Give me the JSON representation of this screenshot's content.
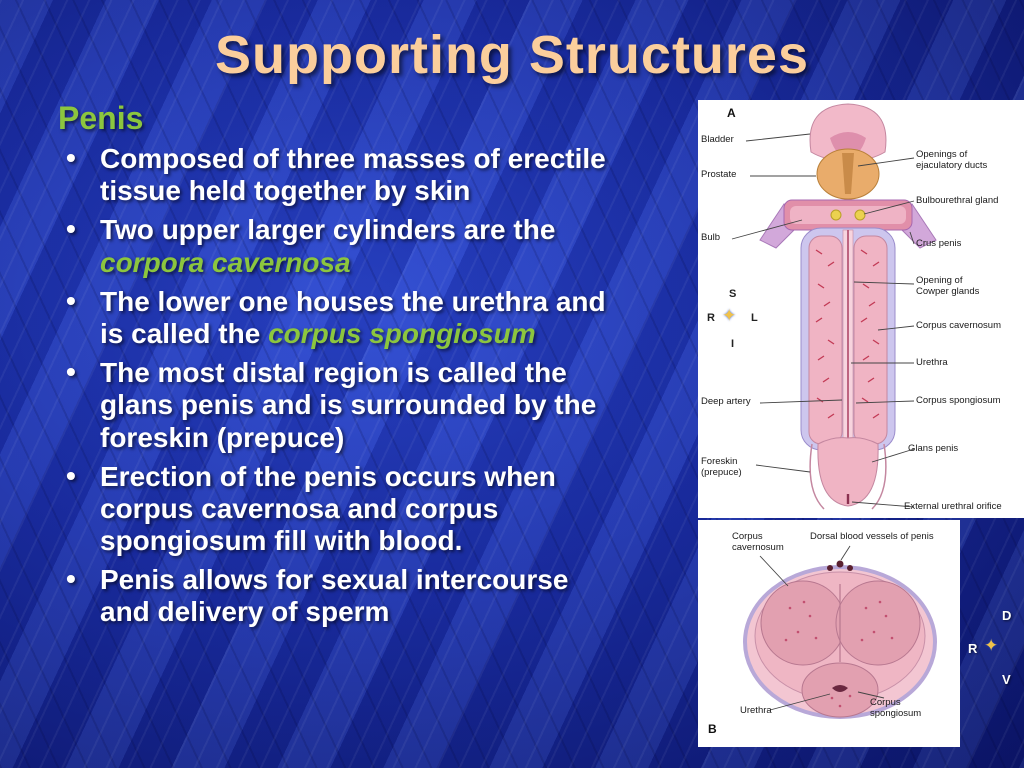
{
  "slide": {
    "title": "Supporting Structures",
    "heading": "Penis",
    "bullets": [
      {
        "pre": "Composed of three masses of erectile tissue held together by skin"
      },
      {
        "pre": "Two upper larger cylinders are the ",
        "em": "corpora cavernosa"
      },
      {
        "pre": "The lower one houses the urethra and is called the ",
        "em": "corpus spongiosum"
      },
      {
        "pre": "The most distal region is called the glans penis and is surrounded by the foreskin (prepuce)"
      },
      {
        "pre": "Erection of the penis occurs when corpus cavernosa and corpus spongiosum fill with blood."
      },
      {
        "pre": "Penis allows for sexual intercourse and delivery of sperm"
      }
    ],
    "colors": {
      "background_blue": "#1C30A8",
      "title_peach": "#FBCE9C",
      "accent_green": "#8CC63E",
      "body_text": "#FFFFFF"
    }
  },
  "figure": {
    "panel_a": {
      "tag": "A",
      "labels_left": {
        "bladder": "Bladder",
        "prostate": "Prostate",
        "bulb": "Bulb",
        "deep_artery": "Deep artery",
        "foreskin": "Foreskin\n(prepuce)"
      },
      "labels_right": {
        "ejaculatory_ducts": "Openings of\nejaculatory ducts",
        "bulbourethral_gland": "Bulbourethral gland",
        "crus_penis": "Crus penis",
        "cowper_glands": "Opening of\nCowper glands",
        "corpus_cavernosum": "Corpus cavernosum",
        "urethra": "Urethra",
        "corpus_spongiosum": "Corpus spongiosum",
        "glans_penis": "Glans penis",
        "external_urethral_orifice": "External urethral orifice"
      },
      "compass": {
        "top": "S",
        "left": "R",
        "right": "L",
        "bottom": "I"
      }
    },
    "panel_b": {
      "tag": "B",
      "labels": {
        "corpus_cavernosum": "Corpus\ncavernosum",
        "dorsal_vessels": "Dorsal blood vessels of penis",
        "urethra": "Urethra",
        "corpus_spongiosum": "Corpus\nspongiosum"
      },
      "compass": {
        "top": "D",
        "left": "R",
        "bottom": "V"
      }
    }
  }
}
